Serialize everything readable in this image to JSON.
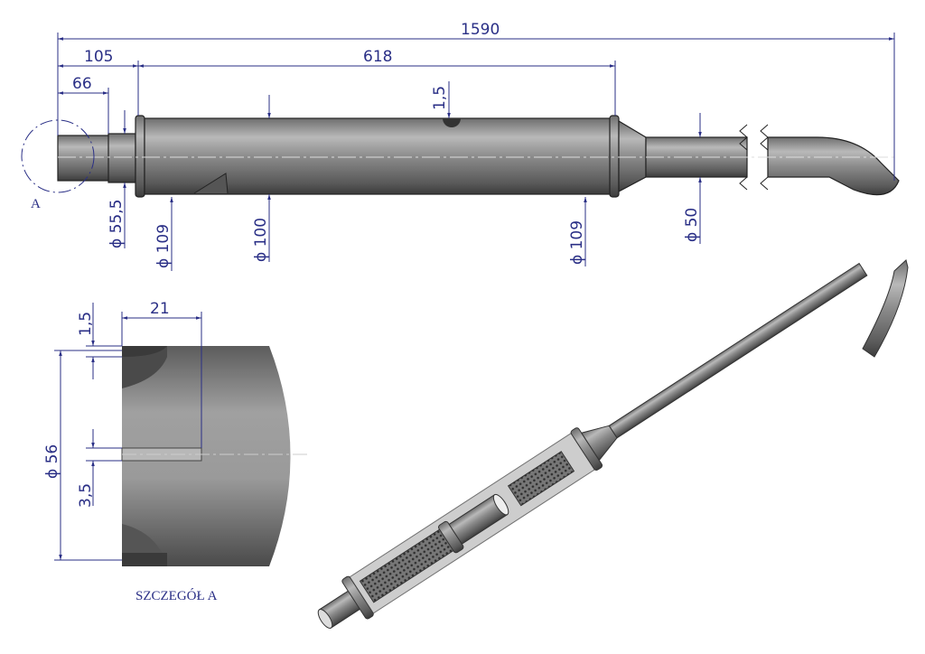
{
  "drawing": {
    "dimensions": {
      "overall_length": "1590",
      "inlet_length": "105",
      "body_length": "618",
      "stub_length": "66",
      "hole_size": "1,5",
      "inlet_diameter": "ϕ 55,5",
      "flange_left_diameter": "ϕ 109",
      "body_diameter": "ϕ 100",
      "flange_right_diameter": "ϕ 109",
      "outlet_diameter": "ϕ 50"
    },
    "detail_marker": "A",
    "detail": {
      "wall_thickness": "1,5",
      "slot_length": "21",
      "outer_diameter": "ϕ 56",
      "slot_width": "3,5",
      "caption": "SZCZEGÓŁ A"
    },
    "colors": {
      "dimension": "#2a2f86",
      "metal": "#8a8a8a"
    }
  }
}
